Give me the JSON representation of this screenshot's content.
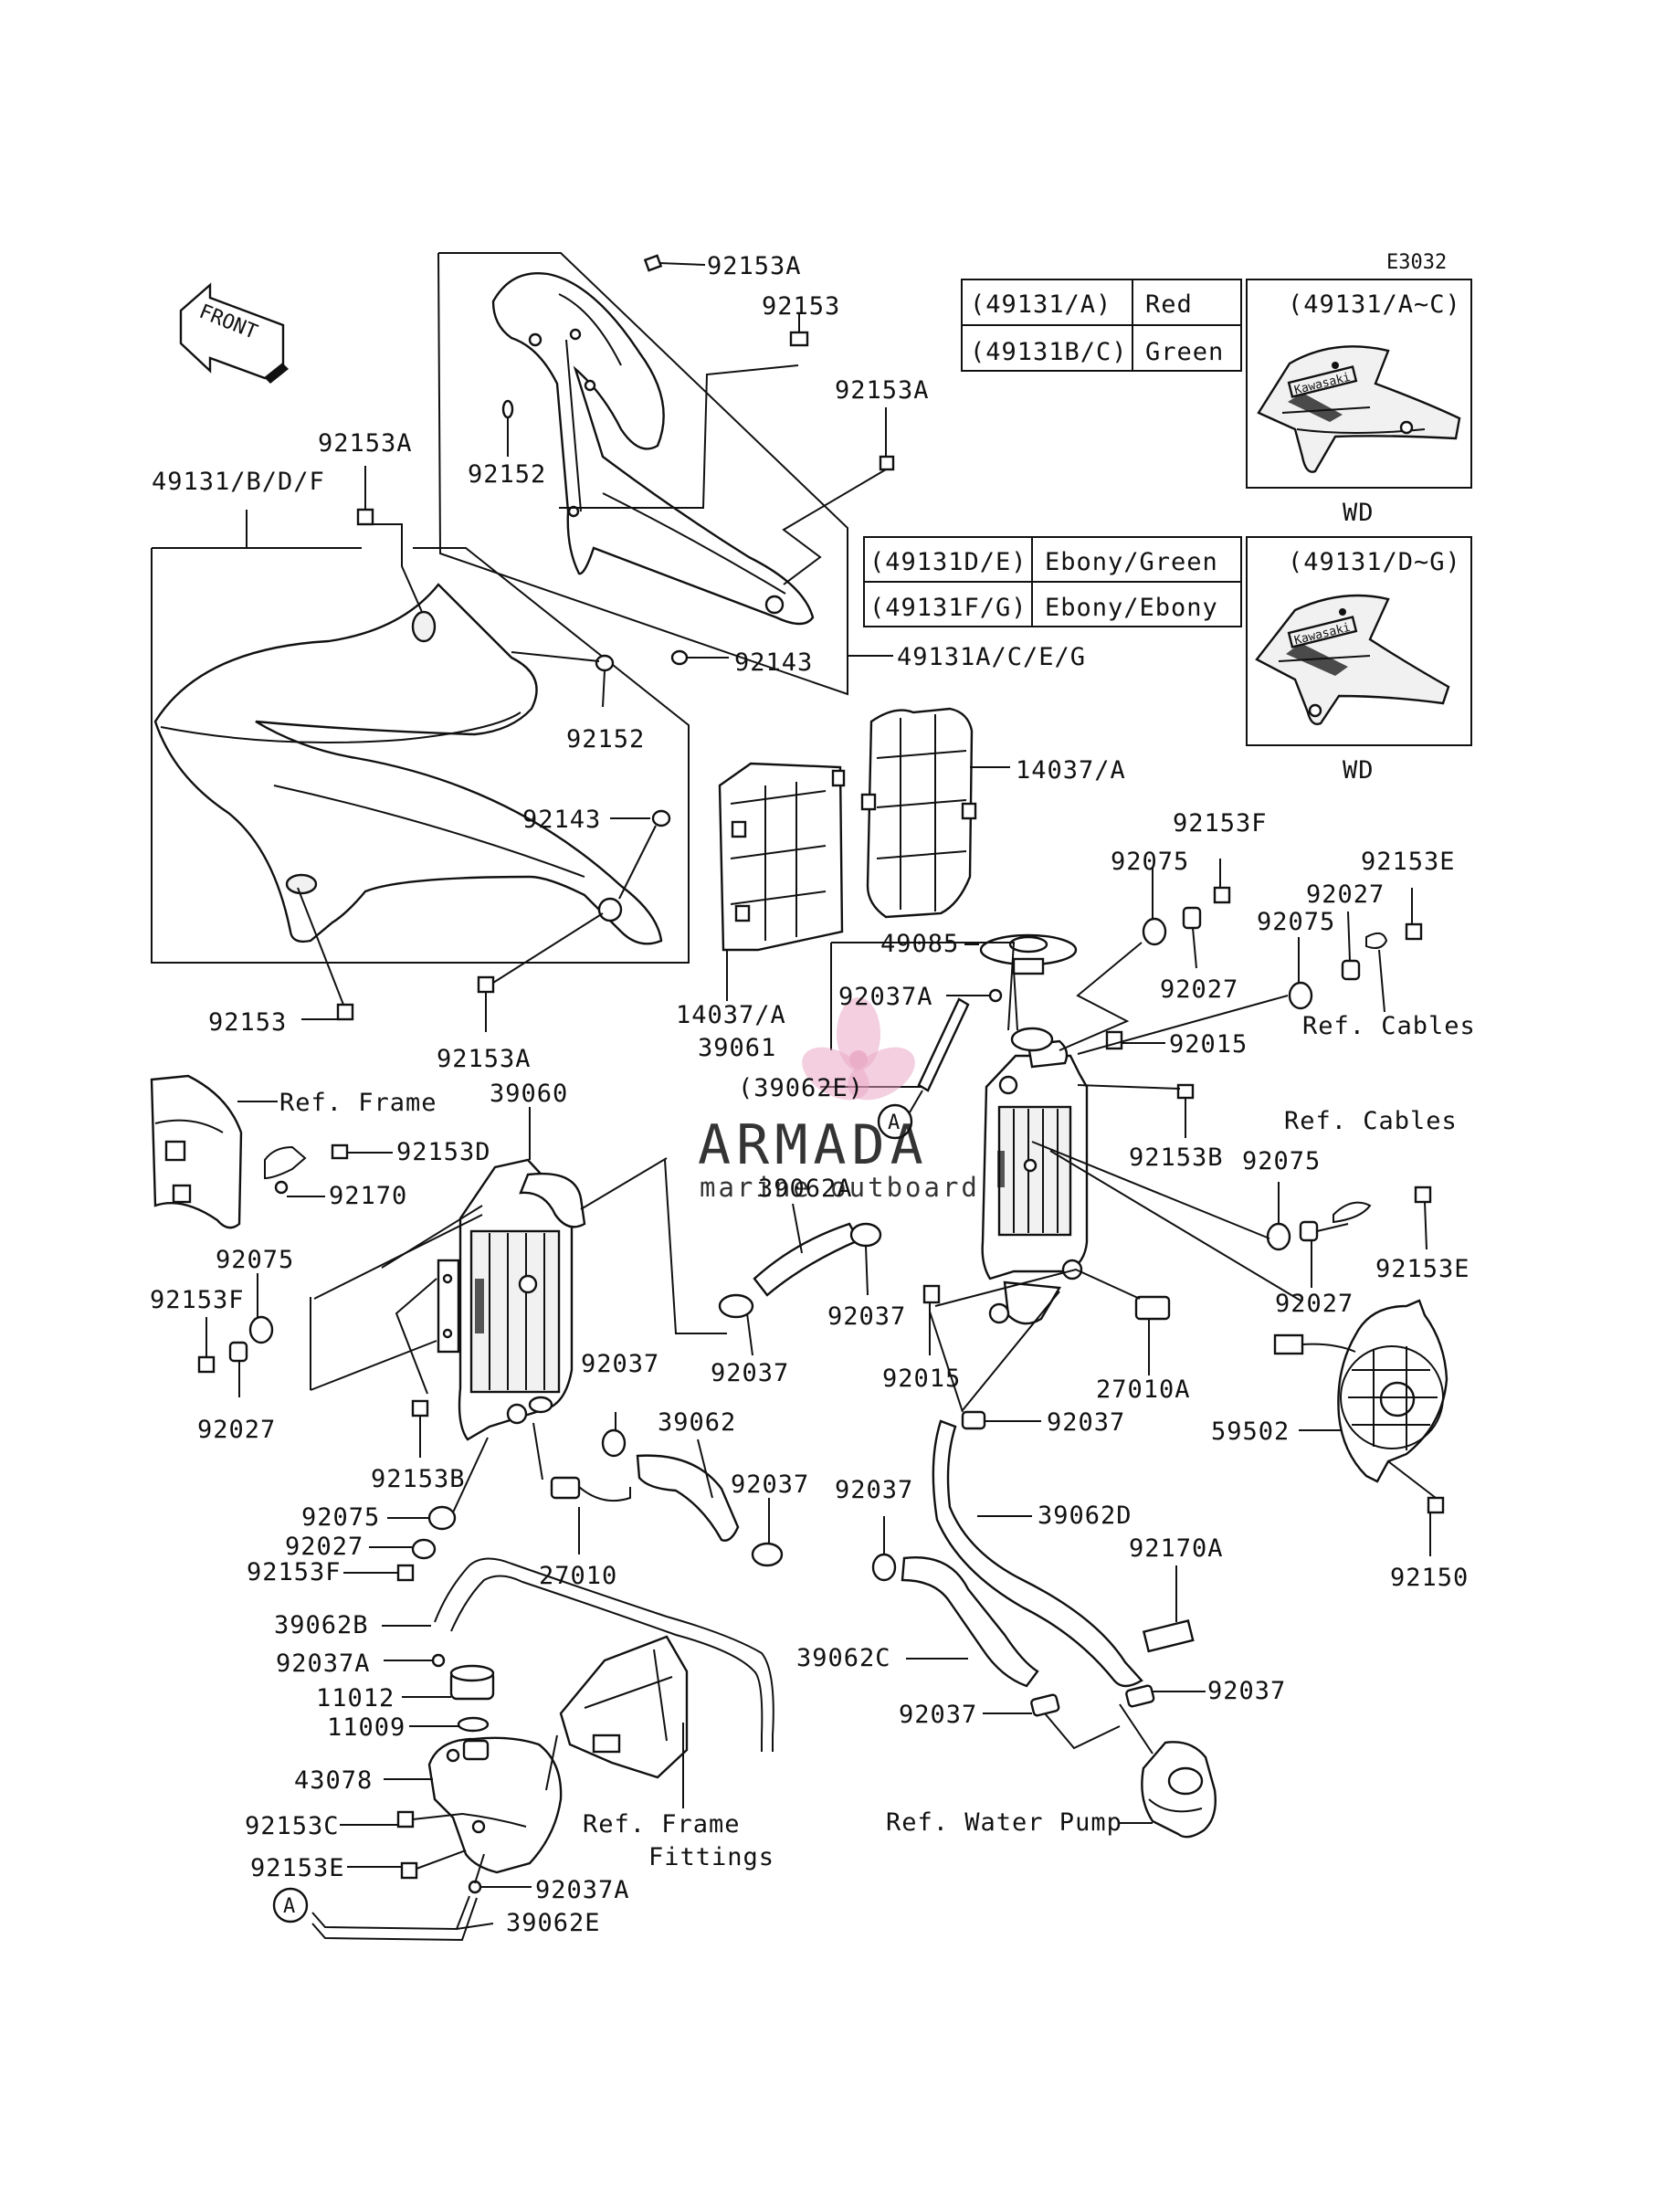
{
  "diagram": {
    "code": "E3032",
    "front_arrow": "FRONT",
    "wd": "WD",
    "inset_a": "(49131/A~C)",
    "inset_d": "(49131/D~G)",
    "emblem": "Kawasaki",
    "color_table_1": [
      {
        "part": "(49131/A)",
        "color": "Red"
      },
      {
        "part": "(49131B/C)",
        "color": "Green"
      }
    ],
    "color_table_2": [
      {
        "part": "(49131D/E)",
        "color": "Ebony/Green"
      },
      {
        "part": "(49131F/G)",
        "color": "Ebony/Ebony"
      }
    ],
    "callout_a": "A",
    "labels": {
      "l01": "92153A",
      "l02": "92153",
      "l03": "92153A",
      "l04": "92152",
      "l05": "92153A",
      "l06": "49131/B/D/F",
      "l07": "92152",
      "l08": "92143",
      "l09": "49131A/C/E/G",
      "l10": "92143",
      "l11": "14037/A",
      "l12": "92153",
      "l13": "92153A",
      "l14": "14037/A",
      "l15": "49085",
      "l16": "92037A",
      "l17": "39061",
      "l18": "(39062E)",
      "l19": "92153F",
      "l20": "92075",
      "l21": "92027",
      "l22": "92153E",
      "l23": "92027",
      "l24": "92075",
      "l25": "92015",
      "l26": "Ref. Cables",
      "l27": "Ref. Frame",
      "l28": "39060",
      "l29": "92153D",
      "l30": "92170",
      "l31": "92153B",
      "l32": "92075",
      "l33": "Ref. Cables",
      "l34": "39062A",
      "l35": "92153E",
      "l36": "92075",
      "l37": "92153F",
      "l38": "92037",
      "l39": "92027",
      "l40": "92037",
      "l41": "92015",
      "l42": "27010A",
      "l43": "92027",
      "l44": "92037",
      "l45": "39062",
      "l46": "92153B",
      "l47": "92037",
      "l48": "59502",
      "l49": "92075",
      "l50": "92027",
      "l51": "92153F",
      "l52": "27010",
      "l53": "92037",
      "l54": "39062D",
      "l55": "92037",
      "l56": "92170A",
      "l57": "92150",
      "l58": "39062B",
      "l59": "92037A",
      "l60": "11012",
      "l61": "11009",
      "l62": "39062C",
      "l63": "92037",
      "l64": "92037",
      "l65": "43078",
      "l66": "Ref. Frame",
      "l67": "Fittings",
      "l68": "92153C",
      "l69": "Ref. Water Pump",
      "l70": "92153E",
      "l71": "92037A",
      "l72": "39062E"
    }
  },
  "watermark": {
    "brand": "ARMADA",
    "tagline": "marine outboard",
    "color": "#e8a0c0"
  }
}
